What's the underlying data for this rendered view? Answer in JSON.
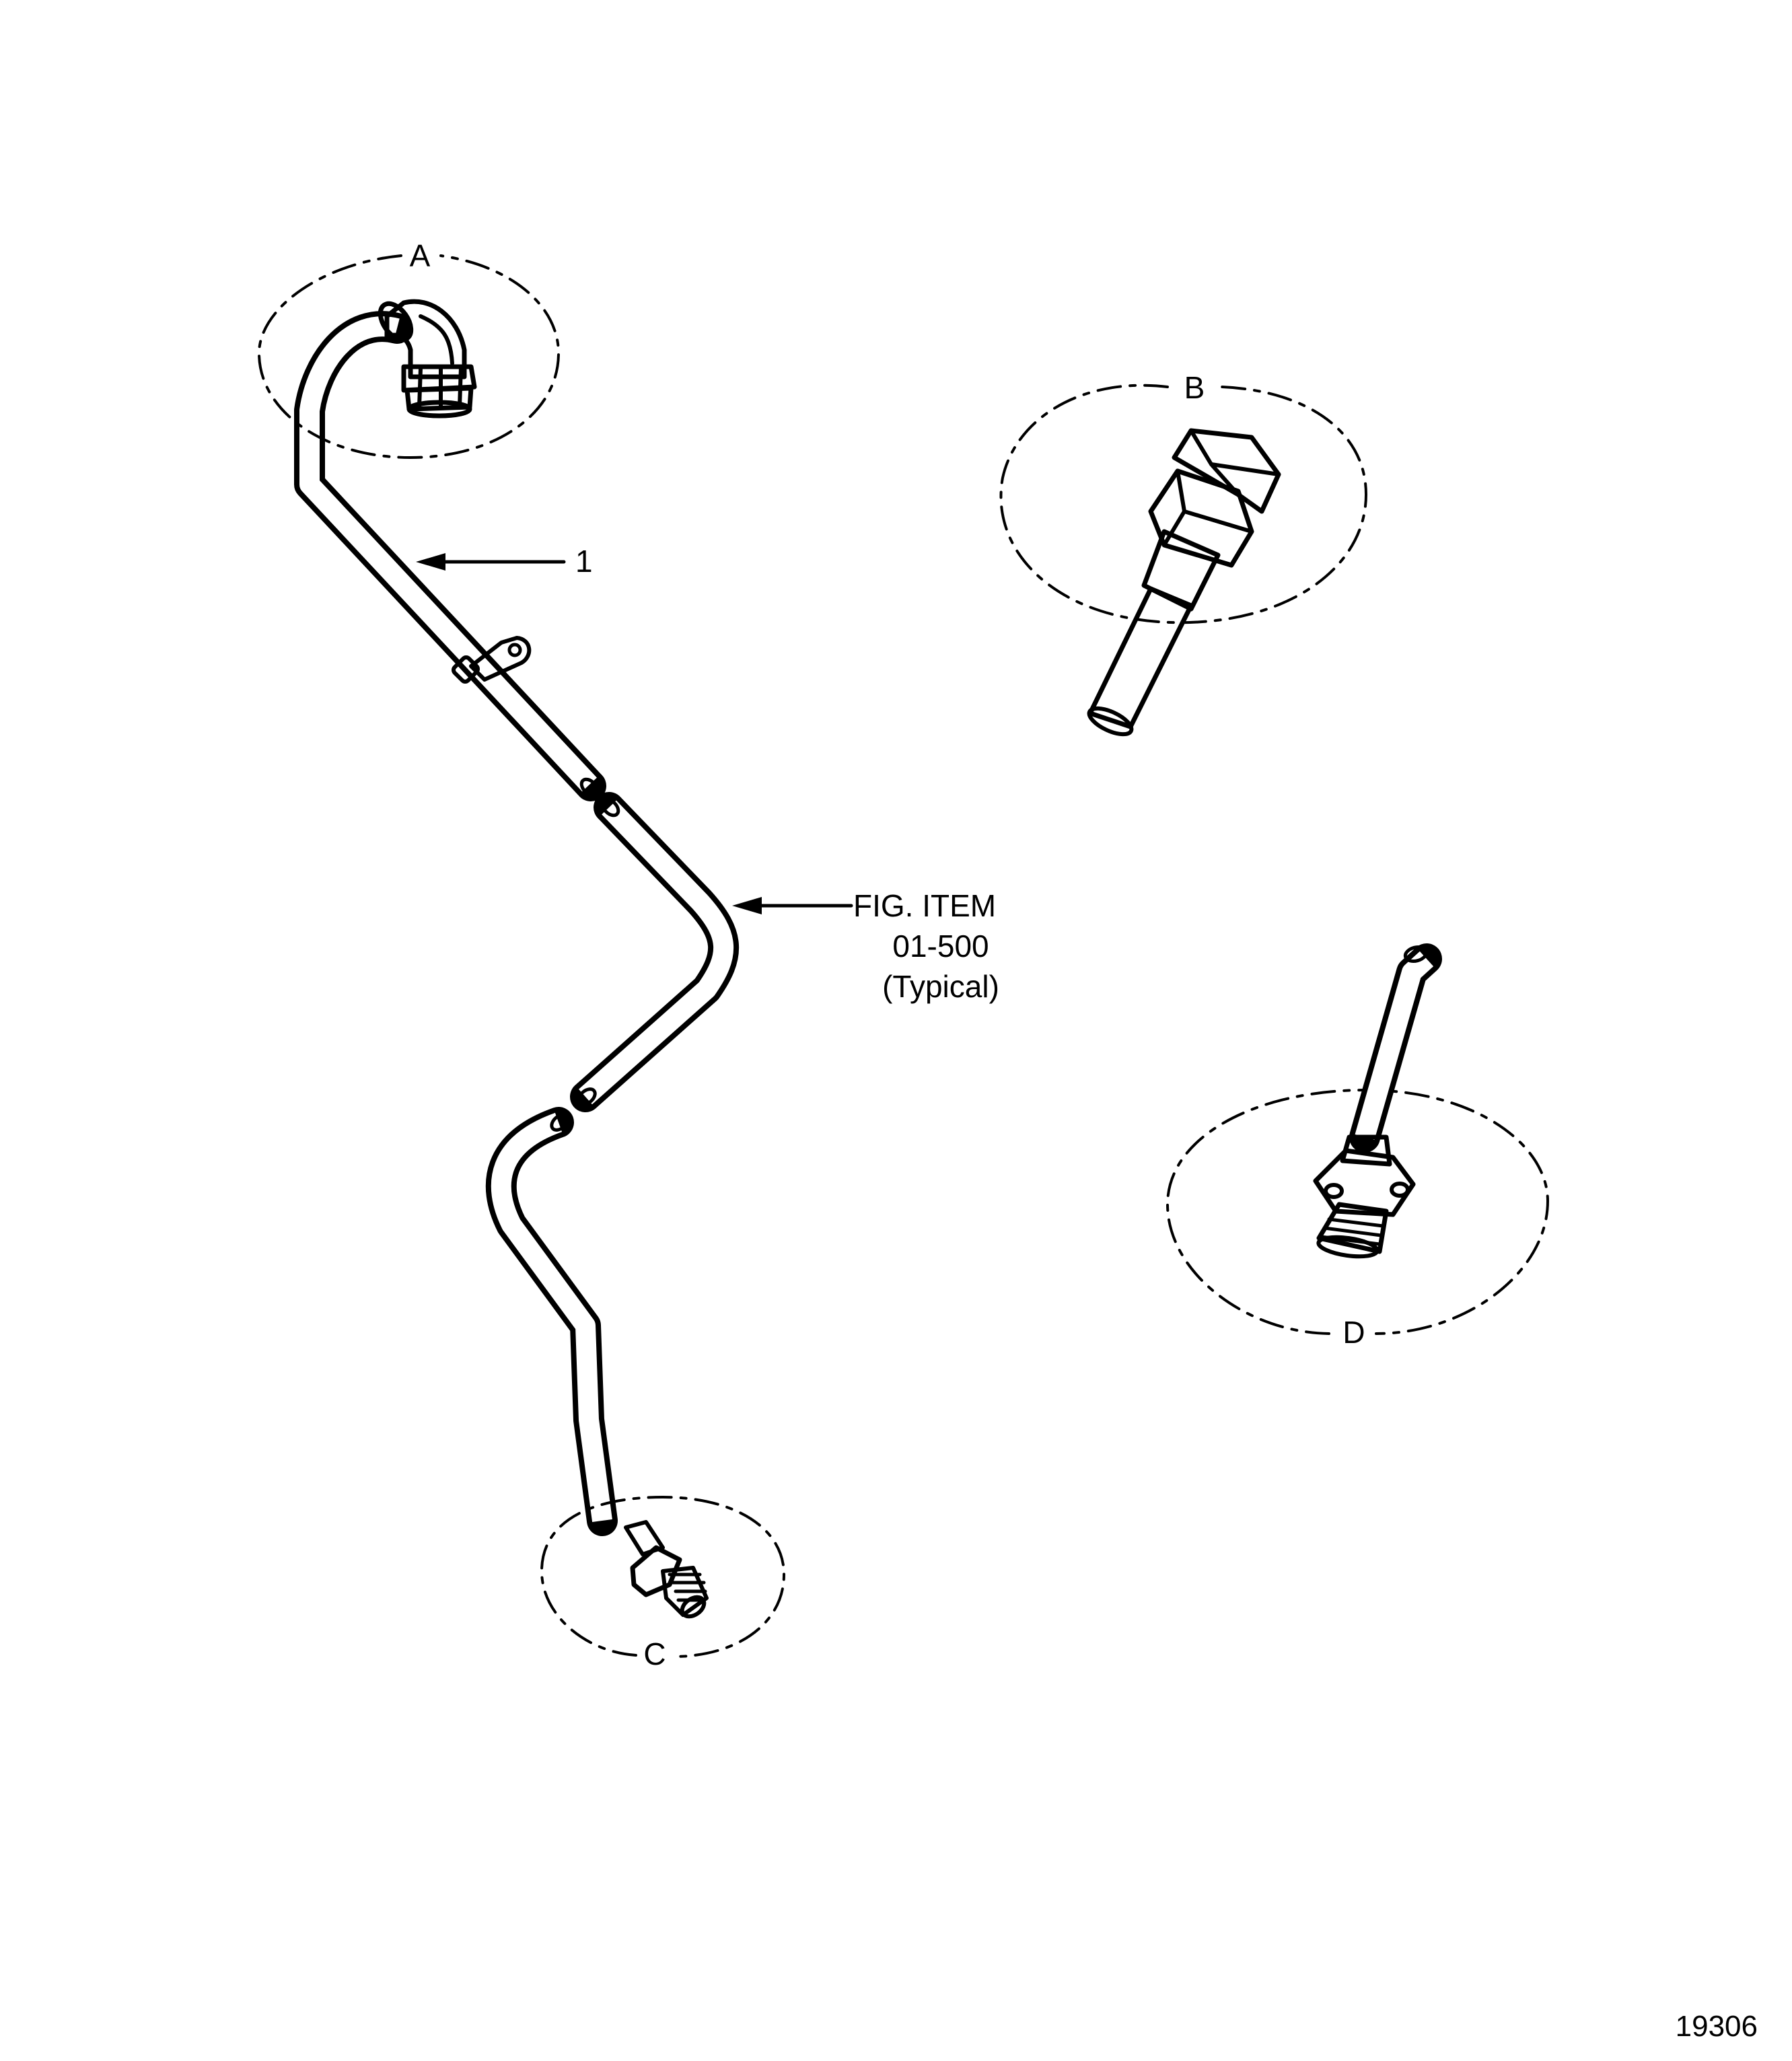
{
  "detail_labels": {
    "a": "A",
    "b": "B",
    "c": "C",
    "d": "D"
  },
  "callouts": {
    "item_1": "1",
    "fig_item_line1": "FIG. ITEM",
    "fig_item_line2": "01-500",
    "fig_item_line3": "(Typical)"
  },
  "figure_number": "19306",
  "colors": {
    "ink": "#000000",
    "paper": "#ffffff"
  }
}
